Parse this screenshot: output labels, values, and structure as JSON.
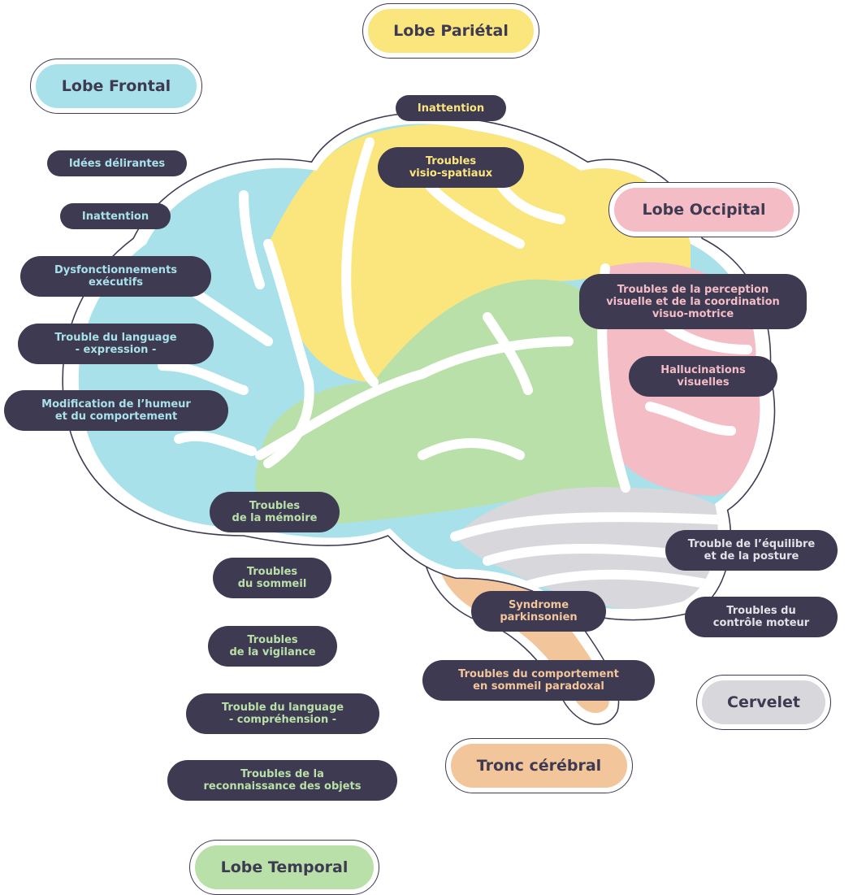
{
  "colors": {
    "frontal": "#a9e1ea",
    "parietal": "#fbe57d",
    "occipital": "#f4bcc5",
    "temporal": "#b9e0a8",
    "cerebellum": "#d8d8dc",
    "brainstem": "#f3c59b",
    "label_bg": "#3d3a52"
  },
  "lobes": {
    "parietal": "Lobe Pariétal",
    "frontal": "Lobe Frontal",
    "occipital": "Lobe Occipital",
    "cerebellum": "Cervelet",
    "brainstem": "Tronc cérébral",
    "temporal": "Lobe Temporal"
  },
  "symptoms": {
    "parietal": [
      {
        "lines": [
          "Inattention"
        ]
      },
      {
        "lines": [
          "Troubles",
          "visio-spatiaux"
        ]
      }
    ],
    "frontal": [
      {
        "lines": [
          "Idées délirantes"
        ]
      },
      {
        "lines": [
          "Inattention"
        ]
      },
      {
        "lines": [
          "Dysfonctionnements",
          "exécutifs"
        ]
      },
      {
        "lines": [
          "Trouble du language",
          "- expression -"
        ]
      },
      {
        "lines": [
          "Modification de l’humeur",
          "et du comportement"
        ]
      }
    ],
    "occipital": [
      {
        "lines": [
          "Troubles de la perception",
          "visuelle et de la coordination",
          "visuo-motrice"
        ]
      },
      {
        "lines": [
          "Hallucinations",
          "visuelles"
        ]
      }
    ],
    "temporal": [
      {
        "lines": [
          "Troubles",
          "de la mémoire"
        ]
      },
      {
        "lines": [
          "Troubles",
          "du sommeil"
        ]
      },
      {
        "lines": [
          "Troubles",
          "de la vigilance"
        ]
      },
      {
        "lines": [
          "Trouble du language",
          "- compréhension -"
        ]
      },
      {
        "lines": [
          "Troubles de la",
          "reconnaissance des objets"
        ]
      }
    ],
    "cerebellum": [
      {
        "lines": [
          "Trouble de l’équilibre",
          "et de la posture"
        ]
      },
      {
        "lines": [
          "Troubles du",
          "contrôle moteur"
        ]
      }
    ],
    "brainstem": [
      {
        "lines": [
          "Syndrome",
          "parkinsonien"
        ]
      },
      {
        "lines": [
          "Troubles du comportement",
          "en sommeil paradoxal"
        ]
      }
    ]
  }
}
